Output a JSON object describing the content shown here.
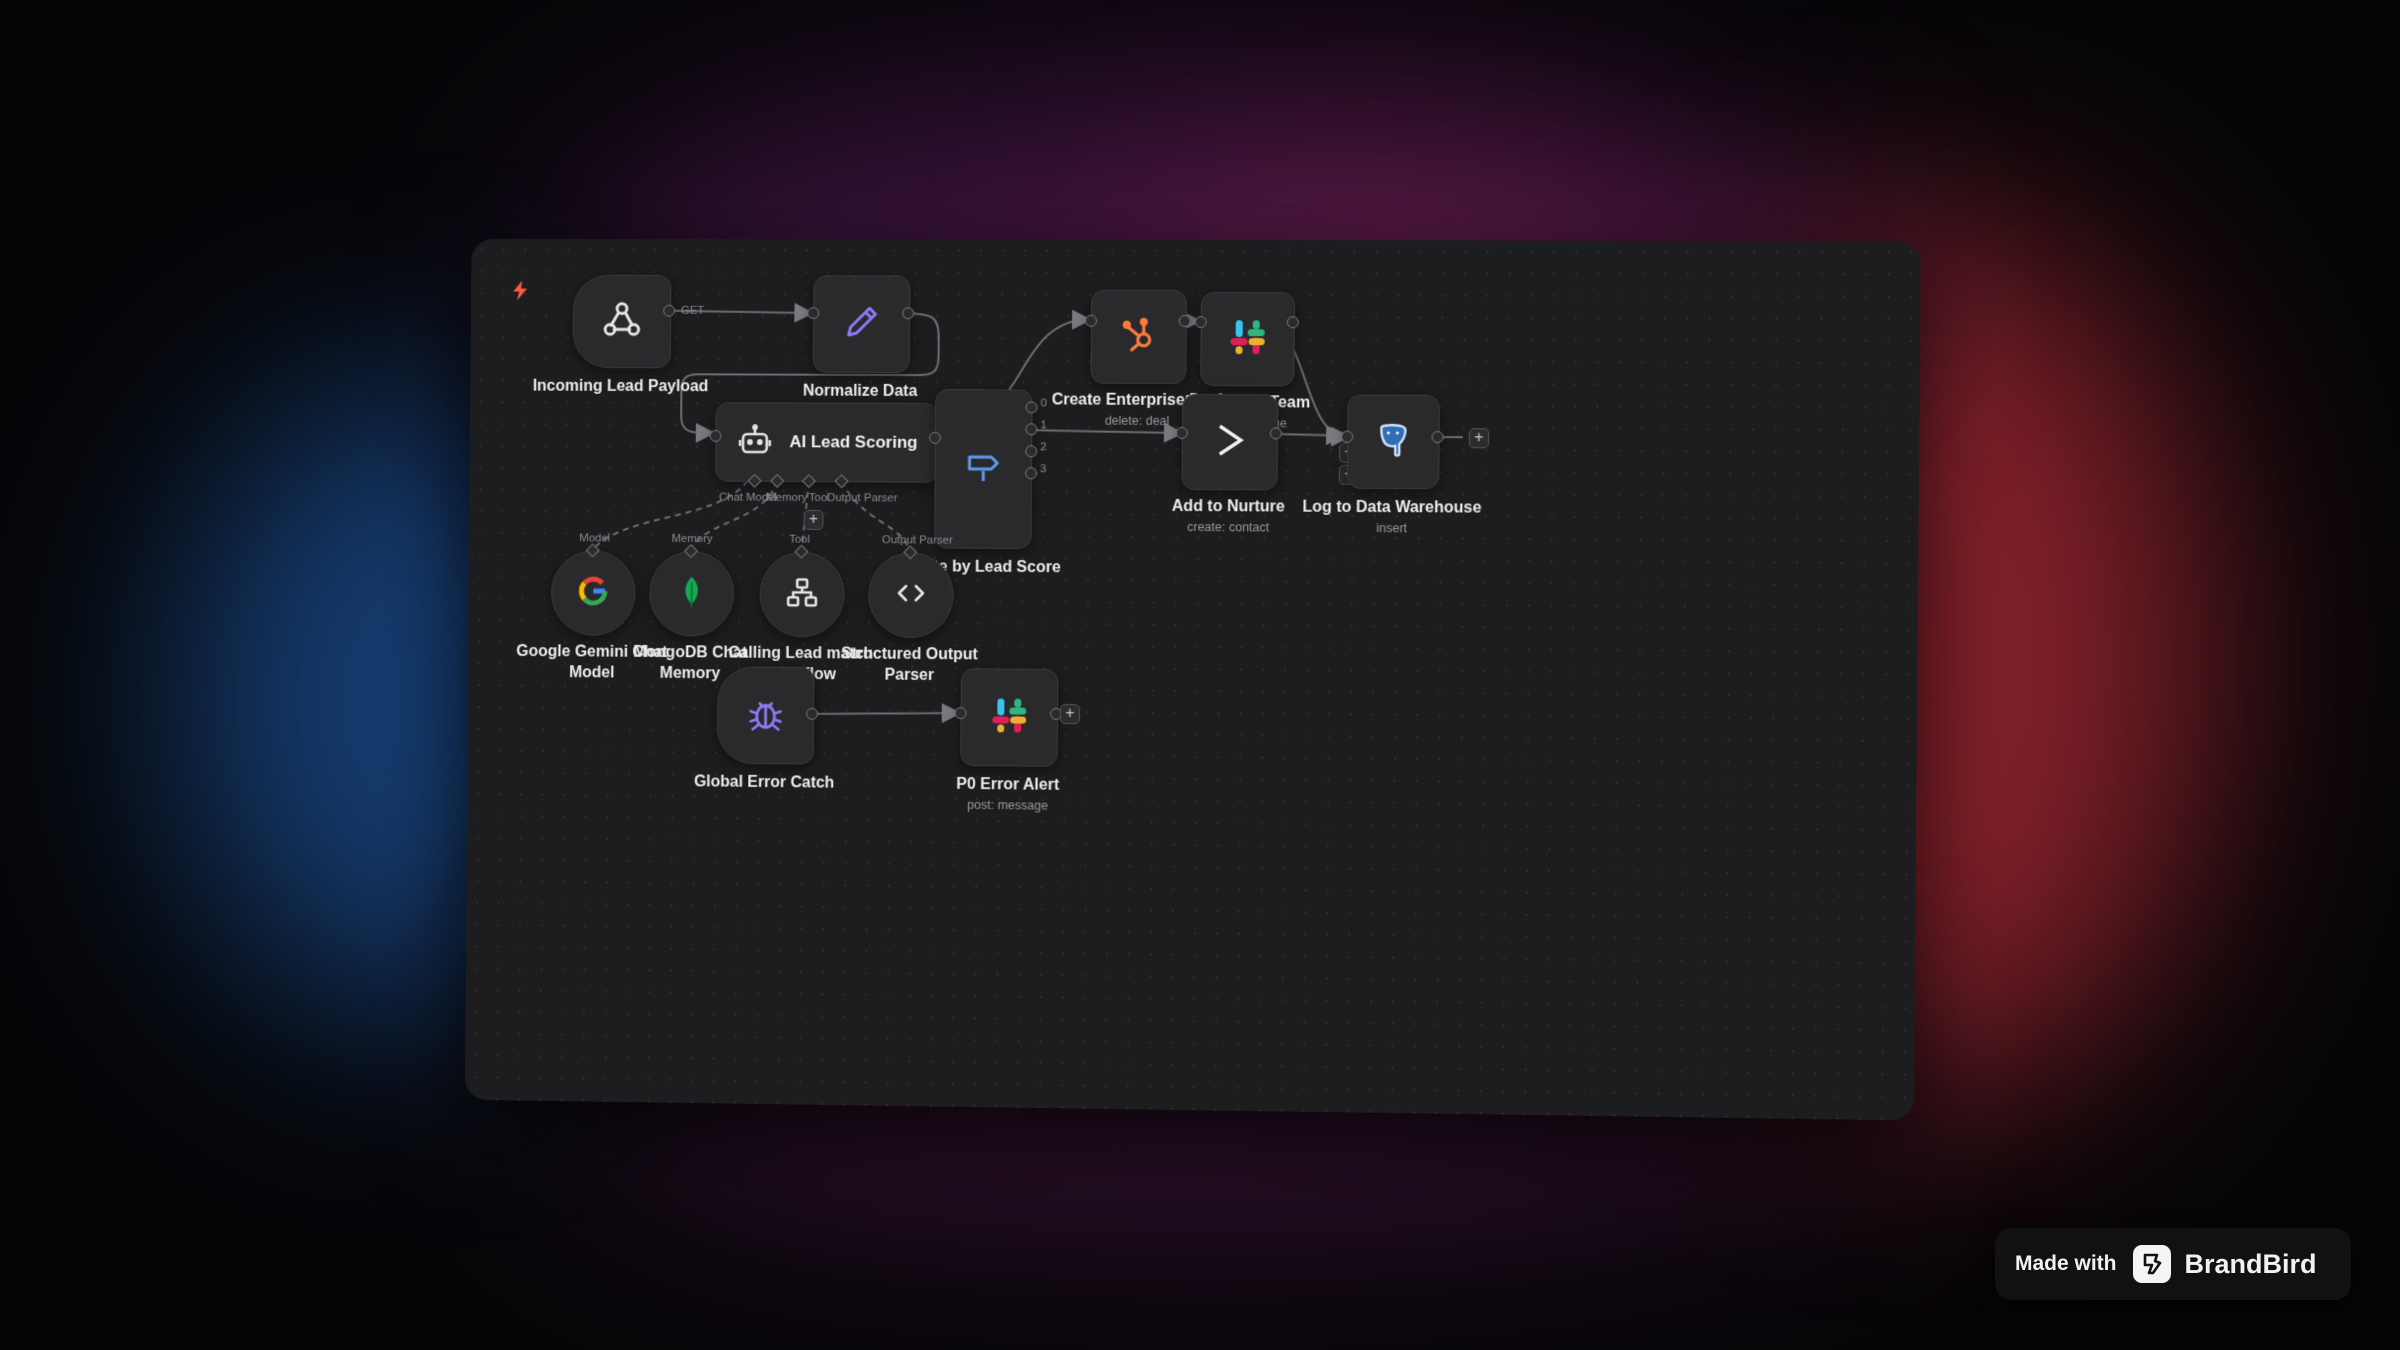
{
  "workflow": {
    "nodes": {
      "webhook": {
        "label": "Incoming Lead Payload",
        "icon": "webhook-icon"
      },
      "normalize": {
        "label": "Normalize Data",
        "icon": "pencil-icon"
      },
      "ai": {
        "label": "AI Lead Scoring",
        "icon": "robot-icon"
      },
      "route": {
        "label": "Route by Lead Score",
        "icon": "signpost-icon"
      },
      "hubspot": {
        "label": "Create Enterprise Deal",
        "sublabel": "delete: deal",
        "icon": "hubspot-icon"
      },
      "slack1": {
        "label": "Alert Sales Team",
        "sublabel": "post: message",
        "icon": "slack-icon"
      },
      "nurture": {
        "label": "Add to Nurture",
        "sublabel": "create: contact",
        "icon": "activecampaign-icon"
      },
      "postgres": {
        "label": "Log to Data Warehouse",
        "sublabel": "insert",
        "icon": "postgres-icon"
      },
      "gemini": {
        "label_line1": "Google Gemini Chat",
        "label_line2": "Model",
        "icon": "google-icon"
      },
      "mongo": {
        "label_line1": "MongoDB Chat",
        "label_line2": "Memory",
        "icon": "mongodb-leaf-icon"
      },
      "tool": {
        "label_line1": "Calling Lead match",
        "label_line2": "Workflow",
        "icon": "sitemap-icon"
      },
      "parser": {
        "label_line1": "Structured Output",
        "label_line2": "Parser",
        "icon": "code-brackets-icon"
      },
      "errorCatch": {
        "label": "Global Error Catch",
        "icon": "bug-icon"
      },
      "errorAlert": {
        "label": "P0 Error Alert",
        "sublabel": "post: message",
        "icon": "slack-icon"
      }
    },
    "edge_labels": {
      "get": "GET"
    },
    "ports": {
      "ai_chat_model": "Chat Model",
      "ai_memory": "Memory",
      "ai_tool": "Tool",
      "ai_output_parser": "Output Parser",
      "sub_model": "Model",
      "sub_memory": "Memory",
      "sub_tool": "Tool",
      "sub_output_parser": "Output Parser",
      "route_outputs": [
        "0",
        "1",
        "2",
        "3"
      ]
    }
  },
  "badge": {
    "made_with": "Made with",
    "brand": "BrandBird"
  }
}
